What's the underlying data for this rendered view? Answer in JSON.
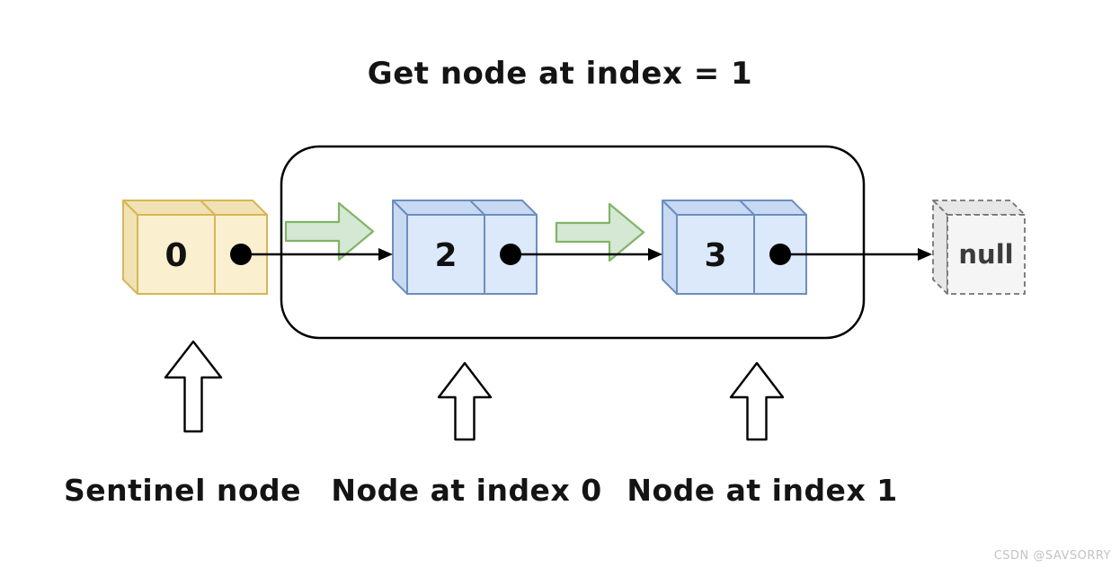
{
  "title": "Get node at index = 1",
  "list": {
    "sentinel": {
      "value": "0"
    },
    "node0": {
      "value": "2"
    },
    "node1": {
      "value": "3"
    },
    "tail": {
      "value": "null"
    }
  },
  "captions": {
    "sentinel": "Sentinel node",
    "node0": "Node at index 0",
    "node1": "Node at index 1"
  },
  "watermark": "CSDN @SAVSORRY",
  "colors": {
    "sentinel_front": "#faf0cf",
    "sentinel_side": "#f0e2b4",
    "sentinel_border": "#d6b656",
    "node_front": "#dce9fb",
    "node_side": "#c8d9f2",
    "node_border": "#6c8ebf",
    "null_front": "#f5f5f5",
    "null_side": "#e7e7e7",
    "null_border": "#737373",
    "traverse_fill": "#d5e8d4",
    "traverse_border": "#82b366",
    "connector": "#000000",
    "outline": "#000000"
  }
}
